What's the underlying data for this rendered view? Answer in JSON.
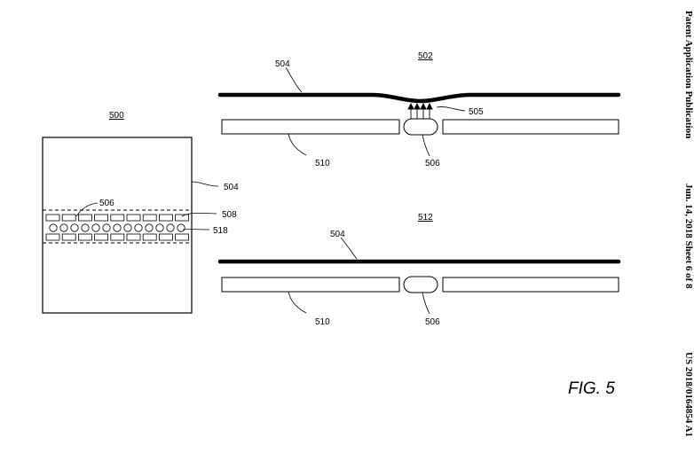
{
  "header": {
    "publication": "Patent Application Publication",
    "date_sheet": "Jun. 14, 2018  Sheet 6 of 8",
    "number": "US 2018/0164854 A1"
  },
  "figure": {
    "label": "FIG. 5",
    "refs": {
      "r500": "500",
      "r502": "502",
      "r512": "512",
      "r504_side": "504",
      "r506_side": "506",
      "r508_side": "508",
      "r518_side": "518",
      "r504_top": "504",
      "r505_top": "505",
      "r510_top": "510",
      "r506_top": "506",
      "r504_bottom": "504",
      "r510_bottom": "510",
      "r506_bottom": "506"
    }
  }
}
